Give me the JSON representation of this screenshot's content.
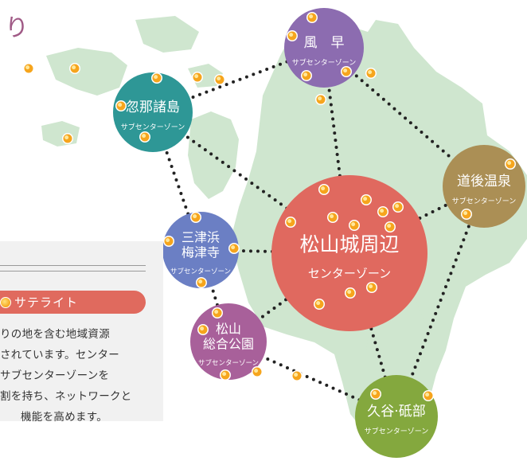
{
  "heading_fragment": "り",
  "panel": {
    "tag_label": "サテライト",
    "text_lines": [
      "りの地を含む地域資源",
      "されています。センター",
      "サブセンターゾーンを",
      "割を持ち、ネットワークと",
      "機能を高めます。"
    ]
  },
  "zones": [
    {
      "id": "kazahaya",
      "name_lines": [
        "風　早"
      ],
      "sub": "サブセンターゾーン",
      "color": "#8c6cb0"
    },
    {
      "id": "kutsuna",
      "name_lines": [
        "忽那諸島"
      ],
      "sub": "サブセンターゾーン",
      "color": "#2e9796"
    },
    {
      "id": "dogo",
      "name_lines": [
        "道後温泉"
      ],
      "sub": "サブセンターゾーン",
      "color": "#ab8f55"
    },
    {
      "id": "mitsuhama",
      "name_lines": [
        "三津浜",
        "梅津寺"
      ],
      "sub": "サブセンターゾーン",
      "color": "#6b7fc4"
    },
    {
      "id": "matsuyama-center",
      "name_lines": [
        "松山城周辺"
      ],
      "sub": "センターゾーン",
      "color": "#e0695f"
    },
    {
      "id": "sogo-park",
      "name_lines": [
        "松山",
        "総合公園"
      ],
      "sub": "サブセンターゾーン",
      "color": "#a8609a"
    },
    {
      "id": "kuma-tobe",
      "name_lines": [
        "久谷·砥部"
      ],
      "sub": "サブセンターゾーン",
      "color": "#84a83e"
    }
  ],
  "colors": {
    "land": "#cfe6cf",
    "dot": "#f6a51d",
    "link": "#222222",
    "panel": "#f1f1f1"
  }
}
